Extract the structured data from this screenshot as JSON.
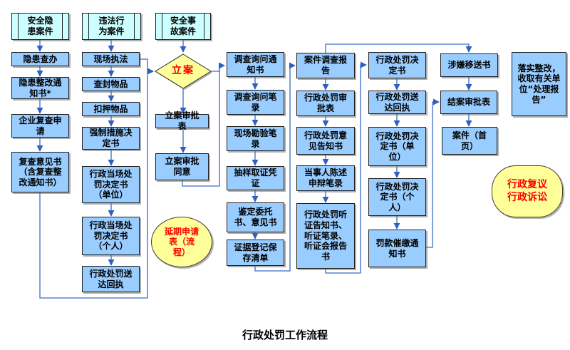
{
  "title": "行政处罚工作流程",
  "colors": {
    "process_fill": "#99CCFF",
    "start_fill": "#CCFFFF",
    "highlight_fill": "#FFFF99",
    "highlight_text": "#FF0000",
    "connector": "#3A6BC8",
    "text": "#000000",
    "background": "#FFFFFF"
  },
  "nodes": [
    {
      "id": "hidden-danger-case",
      "type": "start",
      "label": "安全隐\n患案件"
    },
    {
      "id": "danger-investigation",
      "type": "process",
      "label": "隐患查办"
    },
    {
      "id": "rectify-notice",
      "type": "process",
      "label": "隐患整改通知书*"
    },
    {
      "id": "recheck-application",
      "type": "process",
      "label": "企业复查申请"
    },
    {
      "id": "recheck-opinion",
      "type": "process",
      "label": "复查意见书（含复查整改通知书）"
    },
    {
      "id": "illegal-act-case",
      "type": "start",
      "label": "违法行\n为案件"
    },
    {
      "id": "onsite-enforcement",
      "type": "process",
      "label": "现场执法"
    },
    {
      "id": "seal-items",
      "type": "process",
      "label": "查封物品"
    },
    {
      "id": "detain-items",
      "type": "process",
      "label": "扣押物品"
    },
    {
      "id": "compulsory-measure",
      "type": "process",
      "label": "强制措施决定书"
    },
    {
      "id": "onsite-penalty-unit",
      "type": "process",
      "label": "行政当场处罚决定书（单位）"
    },
    {
      "id": "onsite-penalty-individual",
      "type": "process",
      "label": "行政当场处罚决定书（个人）"
    },
    {
      "id": "onsite-delivery-receipt",
      "type": "process",
      "label": "行政处罚送达回执"
    },
    {
      "id": "accident-case",
      "type": "start",
      "label": "安全事\n故案件"
    },
    {
      "id": "case-filing",
      "type": "decision",
      "label": "立案"
    },
    {
      "id": "filing-approval-form",
      "type": "process",
      "label": "立案审批表"
    },
    {
      "id": "filing-approved",
      "type": "process",
      "label": "立案审批同意"
    },
    {
      "id": "extension-application",
      "type": "ellipse",
      "label": "延期申请\n表（流\n程）"
    },
    {
      "id": "inquiry-notice",
      "type": "process",
      "label": "调查询问通知书"
    },
    {
      "id": "inquiry-record",
      "type": "process",
      "label": "调查询问笔录"
    },
    {
      "id": "survey-record",
      "type": "process",
      "label": "现场勘验笔录"
    },
    {
      "id": "sampling-evidence",
      "type": "process",
      "label": "抽样取证凭证"
    },
    {
      "id": "appraisal-letter",
      "type": "process",
      "label": "鉴定委托书、意见书"
    },
    {
      "id": "evidence-register",
      "type": "process",
      "label": "证据登记保存清单"
    },
    {
      "id": "investigation-report",
      "type": "process",
      "label": "案件调查报告"
    },
    {
      "id": "penalty-approval-form",
      "type": "process",
      "label": "行政处罚审批表"
    },
    {
      "id": "penalty-opinion-notice",
      "type": "process",
      "label": "行政处罚意见告知书"
    },
    {
      "id": "statement-defense-record",
      "type": "process",
      "label": "当事人陈述申辩笔录"
    },
    {
      "id": "hearing-documents",
      "type": "process",
      "label": "行政处罚听证告知书、听证笔录、听证会报告书"
    },
    {
      "id": "penalty-decision",
      "type": "process",
      "label": "行政处罚决定书"
    },
    {
      "id": "penalty-delivery-receipt",
      "type": "process",
      "label": "行政处罚送达回执"
    },
    {
      "id": "penalty-decision-unit",
      "type": "process",
      "label": "行政处罚决定书（单位）"
    },
    {
      "id": "penalty-decision-individual",
      "type": "process",
      "label": "行政处罚决定书（个人）"
    },
    {
      "id": "fine-reminder",
      "type": "process",
      "label": "罚款催缴通知书"
    },
    {
      "id": "suspect-transfer",
      "type": "process",
      "label": "涉嫌移送书"
    },
    {
      "id": "case-closing-approval",
      "type": "process",
      "label": "结案审批表"
    },
    {
      "id": "case-front-page",
      "type": "process",
      "label": "案件（首页）"
    },
    {
      "id": "implement-rectification",
      "type": "process",
      "label": "落实整改，收取有关单位“处理报告”"
    },
    {
      "id": "review-litigation",
      "type": "stadium",
      "label": "行政复议\n行政诉讼"
    }
  ],
  "edges": [
    {
      "from": "hidden-danger-case",
      "to": "danger-investigation"
    },
    {
      "from": "danger-investigation",
      "to": "rectify-notice"
    },
    {
      "from": "rectify-notice",
      "to": "recheck-application"
    },
    {
      "from": "recheck-application",
      "to": "recheck-opinion"
    },
    {
      "from": "recheck-opinion",
      "to": "case-filing"
    },
    {
      "from": "illegal-act-case",
      "to": "onsite-enforcement"
    },
    {
      "from": "onsite-enforcement",
      "to": "seal-items"
    },
    {
      "from": "seal-items",
      "to": "detain-items"
    },
    {
      "from": "detain-items",
      "to": "compulsory-measure"
    },
    {
      "from": "compulsory-measure",
      "to": "onsite-penalty-unit"
    },
    {
      "from": "onsite-penalty-unit",
      "to": "onsite-penalty-individual"
    },
    {
      "from": "onsite-penalty-individual",
      "to": "onsite-delivery-receipt"
    },
    {
      "from": "onsite-enforcement",
      "to": "case-filing"
    },
    {
      "from": "accident-case",
      "to": "case-filing"
    },
    {
      "from": "case-filing",
      "to": "filing-approval-form"
    },
    {
      "from": "filing-approval-form",
      "to": "filing-approved"
    },
    {
      "from": "filing-approved",
      "to": "inquiry-notice"
    },
    {
      "from": "case-filing",
      "to": "inquiry-notice"
    },
    {
      "from": "inquiry-notice",
      "to": "inquiry-record"
    },
    {
      "from": "inquiry-record",
      "to": "survey-record"
    },
    {
      "from": "survey-record",
      "to": "sampling-evidence"
    },
    {
      "from": "sampling-evidence",
      "to": "appraisal-letter"
    },
    {
      "from": "appraisal-letter",
      "to": "evidence-register"
    },
    {
      "from": "evidence-register",
      "to": "investigation-report"
    },
    {
      "from": "investigation-report",
      "to": "penalty-approval-form"
    },
    {
      "from": "penalty-approval-form",
      "to": "penalty-opinion-notice"
    },
    {
      "from": "penalty-opinion-notice",
      "to": "statement-defense-record"
    },
    {
      "from": "statement-defense-record",
      "to": "hearing-documents"
    },
    {
      "from": "hearing-documents",
      "to": "penalty-decision"
    },
    {
      "from": "investigation-report",
      "to": "suspect-transfer"
    },
    {
      "from": "penalty-decision",
      "to": "penalty-delivery-receipt"
    },
    {
      "from": "penalty-delivery-receipt",
      "to": "penalty-decision-unit"
    },
    {
      "from": "penalty-decision-unit",
      "to": "penalty-decision-individual"
    },
    {
      "from": "penalty-decision-individual",
      "to": "fine-reminder"
    },
    {
      "from": "fine-reminder",
      "to": "case-closing-approval"
    },
    {
      "from": "suspect-transfer",
      "to": "case-closing-approval"
    },
    {
      "from": "case-closing-approval",
      "to": "case-front-page"
    }
  ]
}
